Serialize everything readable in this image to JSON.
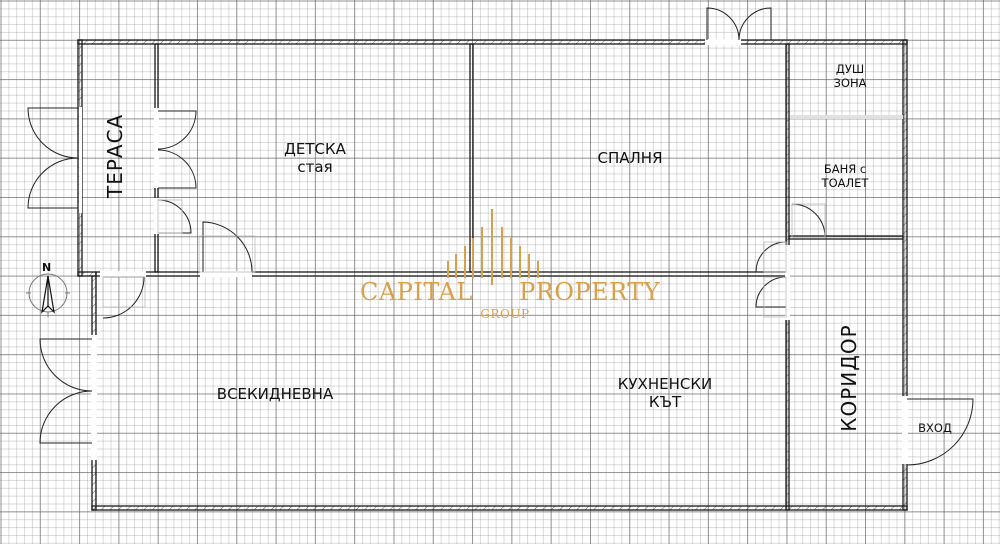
{
  "plan": {
    "type": "apartment floor plan",
    "rooms": [
      {
        "id": "terrace",
        "label": "ТЕРАСА",
        "orientation": "vertical"
      },
      {
        "id": "kids-room",
        "label_line1": "ДЕТСКА",
        "label_line2": "стая"
      },
      {
        "id": "bedroom",
        "label": "СПАЛНЯ"
      },
      {
        "id": "shower",
        "label_line1": "ДУШ",
        "label_line2": "ЗОНА"
      },
      {
        "id": "bathroom",
        "label_line1": "БАНЯ с",
        "label_line2": "ТОАЛЕТ"
      },
      {
        "id": "living-room",
        "label": "ВСЕКИДНЕВНА"
      },
      {
        "id": "kitchen",
        "label_line1": "КУХНЕНСКИ",
        "label_line2": "КЪТ"
      },
      {
        "id": "corridor",
        "label": "КОРИДОР",
        "orientation": "vertical"
      }
    ],
    "entrance": {
      "label": "ВХОД"
    },
    "compass": {
      "label": "N"
    }
  },
  "watermark": {
    "brand_left": "CAPITAL",
    "brand_right": "PROPERTY",
    "subtitle": "GROUP",
    "color": "#D9A04A"
  },
  "colors": {
    "wall": "#1a1a1a",
    "grid_major": "#808080",
    "grid_minor": "#bdbdbd",
    "background": "#ffffff"
  }
}
